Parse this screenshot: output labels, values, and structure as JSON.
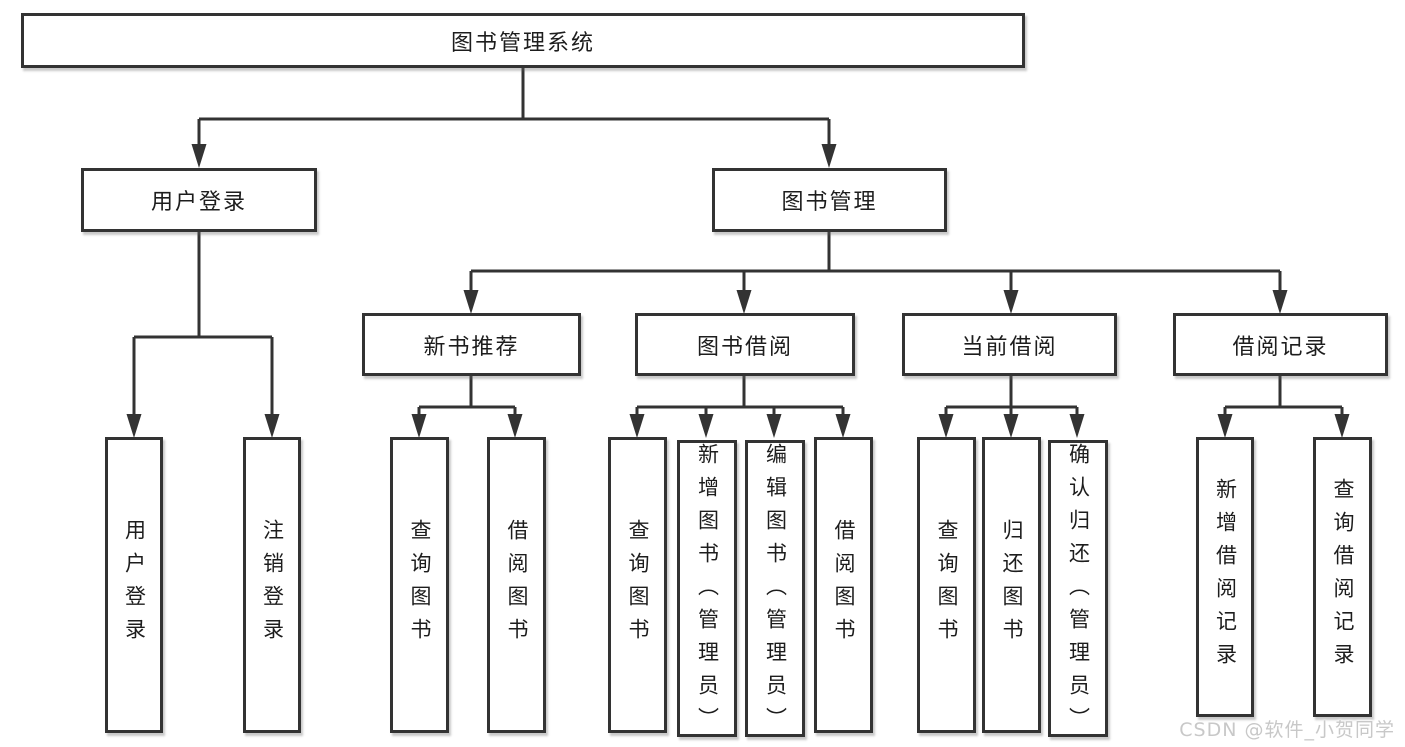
{
  "tree": {
    "root": {
      "label": "图书管理系统"
    },
    "children": [
      {
        "label": "用户登录",
        "children": [
          {
            "label": "用户登录"
          },
          {
            "label": "注销登录"
          }
        ]
      },
      {
        "label": "图书管理",
        "children": [
          {
            "label": "新书推荐",
            "children": [
              {
                "label": "查询图书"
              },
              {
                "label": "借阅图书"
              }
            ]
          },
          {
            "label": "图书借阅",
            "children": [
              {
                "label": "查询图书"
              },
              {
                "label": "新增图书（管理员）"
              },
              {
                "label": "编辑图书（管理员）"
              },
              {
                "label": "借阅图书"
              }
            ]
          },
          {
            "label": "当前借阅",
            "children": [
              {
                "label": "查询图书"
              },
              {
                "label": "归还图书"
              },
              {
                "label": "确认归还（管理员）"
              }
            ]
          },
          {
            "label": "借阅记录",
            "children": [
              {
                "label": "新增借阅记录"
              },
              {
                "label": "查询借阅记录"
              }
            ]
          }
        ]
      }
    ]
  },
  "watermark": {
    "text": "CSDN @软件_小贺同学",
    "color": "#c8c8c8"
  },
  "colors": {
    "background": "#ffffff",
    "box_border": "#333333",
    "connector_line": "#333333",
    "node_text": "#1d1d1d"
  }
}
